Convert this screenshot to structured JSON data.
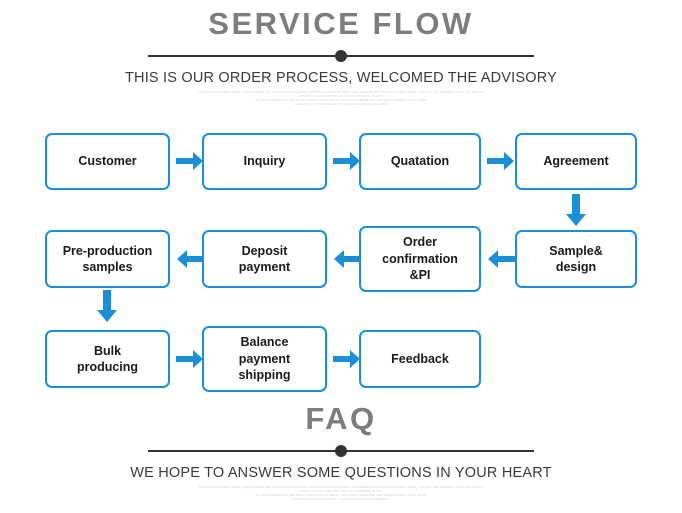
{
  "sections": [
    {
      "id": "service-flow",
      "title": "SERVICE FLOW",
      "subtitle": "THIS IS OUR ORDER PROCESS, WELCOMED THE ADVISORY",
      "microtext": [
        "SUCH AS FLOCCULENT SNOW, HIGH-STEPPING BUT NOT INTO RUSSIA HEART, OPEN AS FLOCCULENT SNOW, HIGH-STEPPING BUT NOT INTO RUSSIA HEART, CI AN GO, THAT BORDER CAN BE COM NOT GO",
        "MISSING IS LIKE A DISEASE, TAKE EACH MEDICINE OR NOT",
        "NOT MANY DREAM BAD, ARE NEVER CARED INTO MY HEART, I NOT MANY DREAM BAD, ARE NEVER CARED INTO MY HEART",
        "I HAVEN'T GIVE YOUR FEELING, JUST FACING SOUTH SAY GOODBYE"
      ]
    },
    {
      "id": "faq",
      "title": "FAQ",
      "subtitle": "WE HOPE TO ANSWER SOME QUESTIONS IN YOUR HEART",
      "microtext": [
        "SUCH AS FLOCCULENT SNOW, HIGH-STEPPING BUT NOT INTO RUSSIA HEART, OPEN AS FLOCCULENT SNOW, HIGH-STEPPING BUT NOT INTO RUSSIA HEART, CI AN GO, THAT BORDER CAN BE COM NOT GO",
        "MISSING IS LIKE A DISEASE, TAKE EACH MEDICINE OR NOT",
        "NOT MANY DREAM BAD, ARE NEVER CARED INTO MY HEART, I NOT MANY DREAM BAD, ARE NEVER CARED INTO MY HEART",
        "I HAVEN'T GIVE YOUR FEELING, JUST FACING SOUTH SAY GOODBYE"
      ]
    }
  ],
  "flow": {
    "accent_color": "#1a8fd8",
    "nodes": [
      {
        "id": "customer",
        "label": "Customer",
        "lines": [
          "Customer"
        ]
      },
      {
        "id": "inquiry",
        "label": "Inquiry",
        "lines": [
          "Inquiry"
        ]
      },
      {
        "id": "quatation",
        "label": "Quatation",
        "lines": [
          "Quatation"
        ]
      },
      {
        "id": "agreement",
        "label": "Agreement",
        "lines": [
          "Agreement"
        ]
      },
      {
        "id": "sample-design",
        "label": "Sample& design",
        "lines": [
          "Sample&",
          "design"
        ]
      },
      {
        "id": "order-confirmation",
        "label": "Order confirmation &PI",
        "lines": [
          "Order",
          "confirmation",
          "&PI"
        ]
      },
      {
        "id": "deposit-payment",
        "label": "Deposit payment",
        "lines": [
          "Deposit",
          "payment"
        ]
      },
      {
        "id": "pre-production-samples",
        "label": "Pre-production samples",
        "lines": [
          "Pre-production",
          "samples"
        ]
      },
      {
        "id": "bulk-producing",
        "label": "Bulk producing",
        "lines": [
          "Bulk",
          "producing"
        ]
      },
      {
        "id": "balance-payment-shipping",
        "label": "Balance payment shipping",
        "lines": [
          "Balance",
          "payment",
          "shipping"
        ]
      },
      {
        "id": "feedback",
        "label": "Feedback",
        "lines": [
          "Feedback"
        ]
      }
    ],
    "connectors": [
      {
        "from": "customer",
        "to": "inquiry",
        "direction": "right"
      },
      {
        "from": "inquiry",
        "to": "quatation",
        "direction": "right"
      },
      {
        "from": "quatation",
        "to": "agreement",
        "direction": "right"
      },
      {
        "from": "agreement",
        "to": "sample-design",
        "direction": "down"
      },
      {
        "from": "sample-design",
        "to": "order-confirmation",
        "direction": "left"
      },
      {
        "from": "order-confirmation",
        "to": "deposit-payment",
        "direction": "left"
      },
      {
        "from": "deposit-payment",
        "to": "pre-production-samples",
        "direction": "left"
      },
      {
        "from": "pre-production-samples",
        "to": "bulk-producing",
        "direction": "down"
      },
      {
        "from": "bulk-producing",
        "to": "balance-payment-shipping",
        "direction": "right"
      },
      {
        "from": "balance-payment-shipping",
        "to": "feedback",
        "direction": "right"
      }
    ]
  }
}
